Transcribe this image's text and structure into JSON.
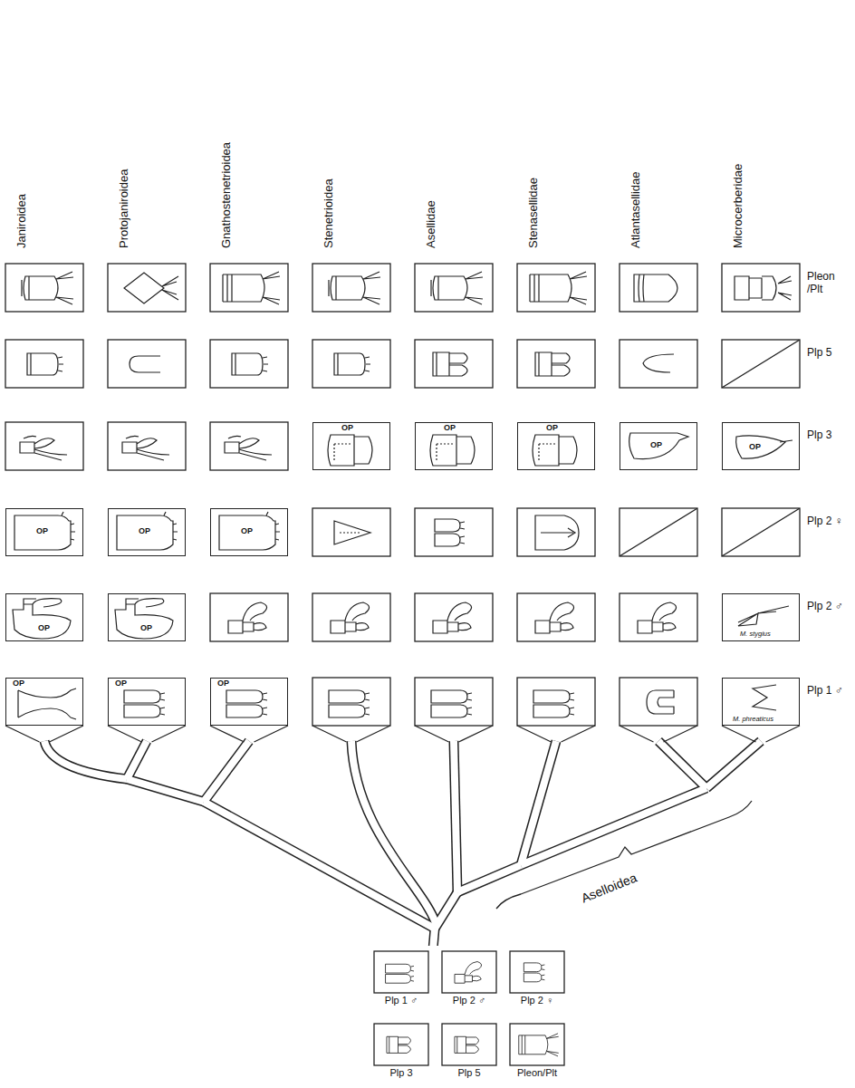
{
  "diagram": {
    "nodes": [
      {
        "text": [
          "OP"
        ]
      },
      {
        "text": [
          "OP"
        ]
      },
      {
        "text": [
          "OP"
        ]
      },
      {
        "text": [
          "OP"
        ]
      },
      {
        "text": [
          "OP"
        ]
      },
      {
        "text": [
          "OP"
        ]
      },
      {
        "text": [
          "OP"
        ]
      },
      {
        "text": [
          "OP"
        ]
      },
      {
        "text": [
          "OP"
        ]
      },
      {
        "text": [
          "OP"
        ]
      },
      {
        "text": [
          "M. stygius"
        ]
      },
      {
        "text": [
          "OP"
        ]
      },
      {
        "text": [
          "OP"
        ]
      },
      {
        "text": [
          "OP"
        ]
      },
      {
        "text": [
          "M. phreaticus"
        ]
      }
    ],
    "labels": [
      "Janiroidea",
      "Protojaniroidea",
      "Gnathostenetrioidea",
      "Stenetrioidea",
      "Asellidae",
      "Stenasellidae",
      "Atlantasellidae",
      "Microcerberidae",
      "Pleon /Plt",
      "Plp 5",
      "Plp 3",
      "Plp 2 ♀",
      "Plp 2 ♂",
      "Plp 1 ♂",
      "Aselloidea",
      "Plp 1 ♂",
      "Plp 2 ♂",
      "Plp 2 ♀",
      "Plp 3",
      "Plp 5",
      "Pleon/Plt"
    ]
  }
}
